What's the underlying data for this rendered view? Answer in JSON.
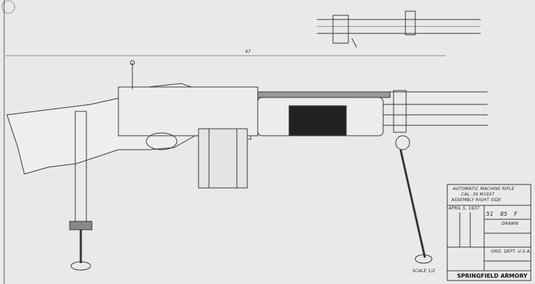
{
  "drawing": {
    "overall_dimension": "47",
    "scale_note": "SCALE 1/2"
  },
  "title_block": {
    "title_line1": "AUTOMATIC MACHINE RIFLE",
    "title_line2": "CAL .30 M1937",
    "title_line3": "ASSEMBLY RIGHT SIDE",
    "date": "APRIL 5, 1937",
    "drawing_no": [
      "51",
      "85",
      "F"
    ],
    "drawn": "DRAWN",
    "ord_dept": "ORD. DEPT. U.S.A.",
    "arsenal": "SPRINGFIELD ARMORY"
  }
}
